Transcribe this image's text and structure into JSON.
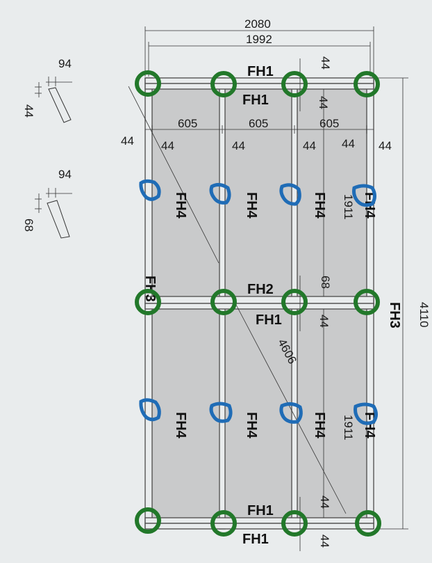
{
  "dimensions": {
    "overall_width": "2080",
    "inner_width": "1992",
    "height": "4110",
    "bay": "605",
    "lumber_44": "44",
    "lumber_68": "68",
    "lumber_94": "94",
    "span": "1911",
    "diagonal": "4606"
  },
  "labels": {
    "fh1": "FH1",
    "fh2": "FH2",
    "fh3": "FH3",
    "fh4": "FH4"
  },
  "colors": {
    "panel": "#c9cacb",
    "green_marker": "#22782a",
    "blue_marker": "#1f6cb6"
  }
}
